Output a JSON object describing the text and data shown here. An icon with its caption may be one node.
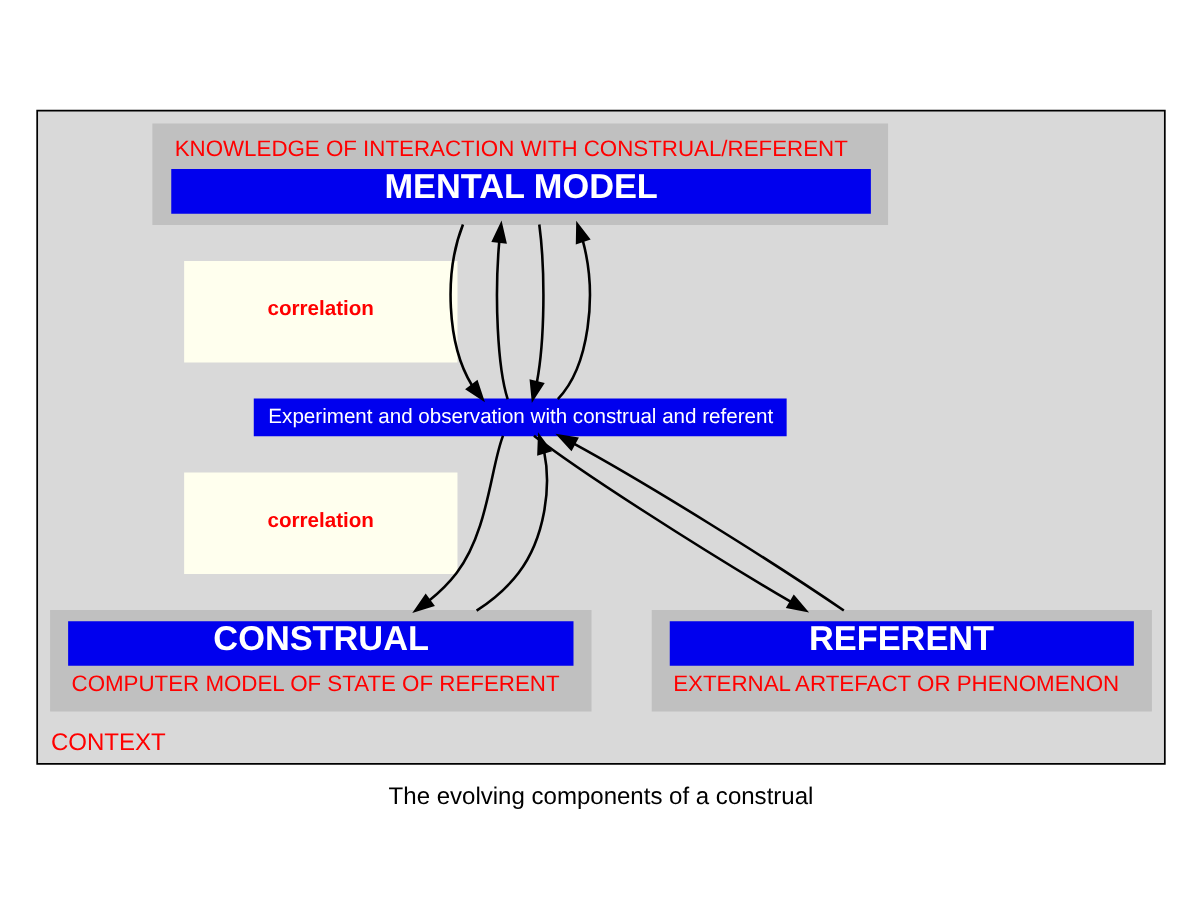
{
  "diagram": {
    "caption": "The evolving components of a construal",
    "nodes": [
      {
        "text": [
          "CONTEXT"
        ]
      },
      {
        "text": [
          "KNOWLEDGE OF INTERACTION WITH CONSTRUAL/REFERENT",
          "MENTAL MODEL"
        ],
        "in": 0
      },
      {
        "text": [
          "correlation"
        ],
        "in": 0
      },
      {
        "text": [
          "Experiment and observation with construal and referent"
        ],
        "in": 0
      },
      {
        "text": [
          "correlation"
        ],
        "in": 0
      },
      {
        "text": [
          "CONSTRUAL",
          "COMPUTER MODEL OF STATE OF REFERENT"
        ],
        "in": 0
      },
      {
        "text": [
          "REFERENT",
          "EXTERNAL ARTEFACT OR PHENOMENON"
        ],
        "in": 0
      }
    ],
    "edges": [
      {
        "from": 1,
        "to": 3,
        "arrow": "to"
      },
      {
        "from": 3,
        "to": 1,
        "arrow": "to"
      },
      {
        "from": 1,
        "to": 3,
        "arrow": "to"
      },
      {
        "from": 3,
        "to": 1,
        "arrow": "to"
      },
      {
        "from": 3,
        "to": 5,
        "arrow": "to"
      },
      {
        "from": 5,
        "to": 3,
        "arrow": "to"
      },
      {
        "from": 3,
        "to": 6,
        "arrow": "to"
      },
      {
        "from": 6,
        "to": 3,
        "arrow": "to"
      }
    ]
  }
}
